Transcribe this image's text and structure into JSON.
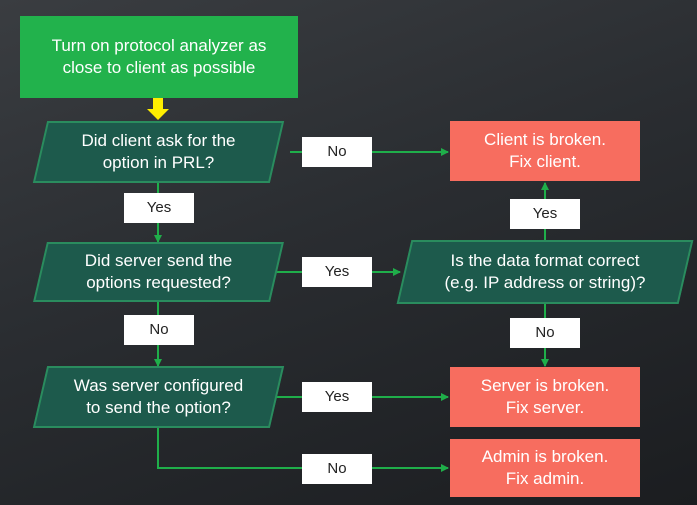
{
  "colors": {
    "start": "#22b24c",
    "decision_fill": "#1d5a4c",
    "decision_border": "#2a8c5e",
    "result": "#f76d5f",
    "connector": "#1fae4a",
    "pointer": "#ffee00",
    "tag_bg": "#ffffff"
  },
  "flowchart": {
    "start": {
      "text": "Turn on protocol analyzer as\nclose to client as possible"
    },
    "decisions": {
      "client_asked": "Did client ask for the\noption in PRL?",
      "server_sent": "Did server send the\noptions requested?",
      "server_configured": "Was server configured\nto send the option?",
      "format_correct": "Is the data format correct\n(e.g. IP address or string)?"
    },
    "outcomes": {
      "client_broken": "Client is broken.\nFix client.",
      "server_broken": "Server is broken.\nFix server.",
      "admin_broken": "Admin is broken.\nFix admin."
    },
    "edge_labels": {
      "client_asked_no": "No",
      "client_asked_yes": "Yes",
      "server_sent_yes": "Yes",
      "server_sent_no": "No",
      "format_yes": "Yes",
      "format_no": "No",
      "configured_yes": "Yes",
      "configured_no": "No"
    }
  }
}
